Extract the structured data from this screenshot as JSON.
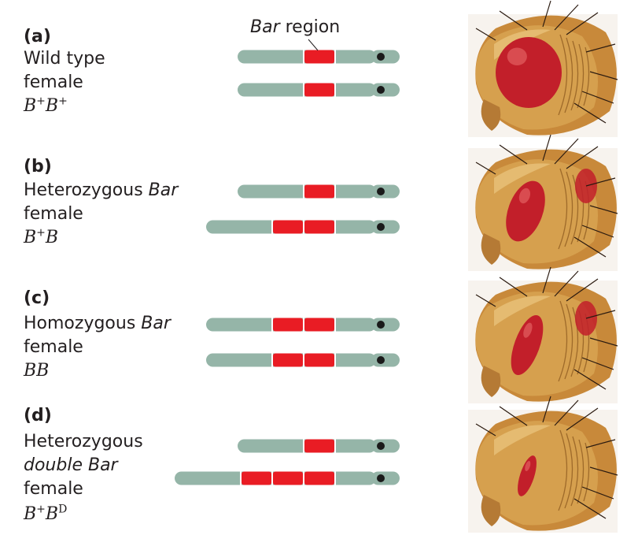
{
  "bar_region_label": {
    "italic": "Bar",
    "rest": " region"
  },
  "panels": [
    {
      "letter": "(a)",
      "line1": "Wild type",
      "line1_italic": "",
      "line2": "female",
      "line2_italic": "",
      "line3": "",
      "genotype": {
        "a": "B",
        "a_sup": "+",
        "b": "B",
        "b_sup": "+"
      },
      "chromosomes": [
        {
          "bar_copies": 1
        },
        {
          "bar_copies": 1
        }
      ],
      "eye_size": "full"
    },
    {
      "letter": "(b)",
      "line1": "Heterozygous ",
      "line1_italic": "Bar",
      "line2": "female",
      "line2_italic": "",
      "line3": "",
      "genotype": {
        "a": "B",
        "a_sup": "+",
        "b": "B",
        "b_sup": ""
      },
      "chromosomes": [
        {
          "bar_copies": 1
        },
        {
          "bar_copies": 2
        }
      ],
      "eye_size": "reduced"
    },
    {
      "letter": "(c)",
      "line1": "Homozygous ",
      "line1_italic": "Bar",
      "line2": "female",
      "line2_italic": "",
      "line3": "",
      "genotype": {
        "a": "B",
        "a_sup": "",
        "b": "B",
        "b_sup": ""
      },
      "chromosomes": [
        {
          "bar_copies": 2
        },
        {
          "bar_copies": 2
        }
      ],
      "eye_size": "narrow"
    },
    {
      "letter": "(d)",
      "line1": "Heterozygous",
      "line1_italic": "",
      "line2": "",
      "line2_italic": "double Bar",
      "line3": "female",
      "genotype": {
        "a": "B",
        "a_sup": "+",
        "b": "B",
        "b_sup": "D"
      },
      "chromosomes": [
        {
          "bar_copies": 1
        },
        {
          "bar_copies": 3
        }
      ],
      "eye_size": "very-narrow"
    }
  ],
  "colors": {
    "chromosome": "#95b5a8",
    "bar_region": "#e91c24",
    "centromere": "#1a1a1a",
    "fly_head": "#d6a04e",
    "fly_eye": "#c21f2a"
  }
}
